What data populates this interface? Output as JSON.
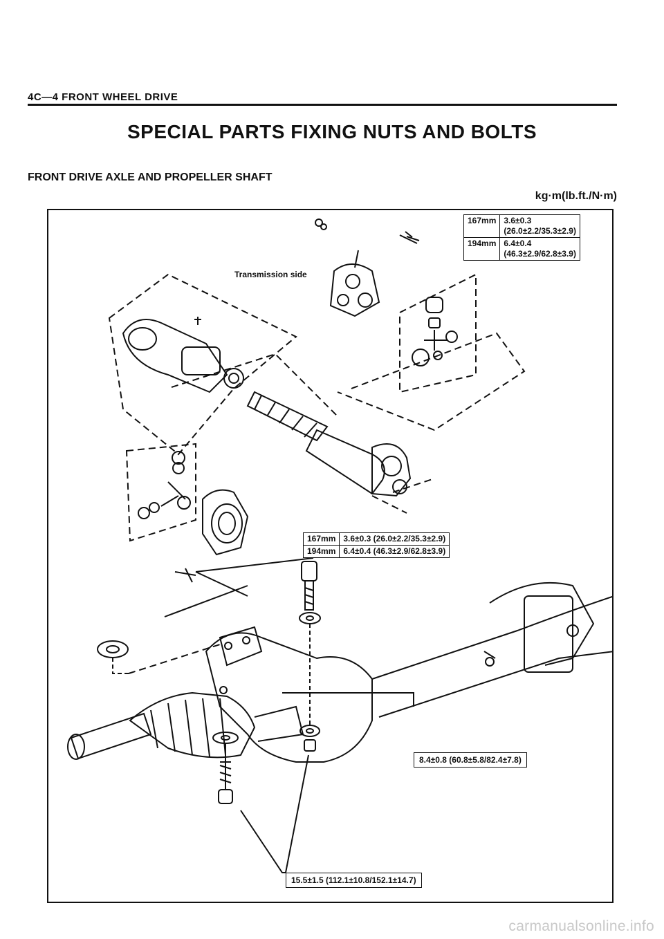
{
  "header": {
    "section_code": "4C—4  FRONT WHEEL DRIVE"
  },
  "page_title": "SPECIAL PARTS FIXING NUTS AND BOLTS",
  "subtitle": "FRONT DRIVE AXLE AND PROPELLER SHAFT",
  "units": "kg·m(lb.ft./N·m)",
  "diagram": {
    "transmission_label": "Transmission side",
    "spec_table_top": [
      {
        "length": "167mm",
        "torque_line1": "3.6±0.3",
        "torque_line2": "(26.0±2.2/35.3±2.9)"
      },
      {
        "length": "194mm",
        "torque_line1": "6.4±0.4",
        "torque_line2": "(46.3±2.9/62.8±3.9)"
      }
    ],
    "spec_table_mid": [
      {
        "length": "167mm",
        "torque": "3.6±0.3 (26.0±2.2/35.3±2.9)"
      },
      {
        "length": "194mm",
        "torque": "6.4±0.4 (46.3±2.9/62.8±3.9)"
      }
    ],
    "spec_carrier": "8.4±0.8 (60.8±5.8/82.4±7.8)",
    "spec_mount": "15.5±1.5 (112.1±10.8/152.1±14.7)"
  },
  "watermark": "carmanualsonline.info"
}
